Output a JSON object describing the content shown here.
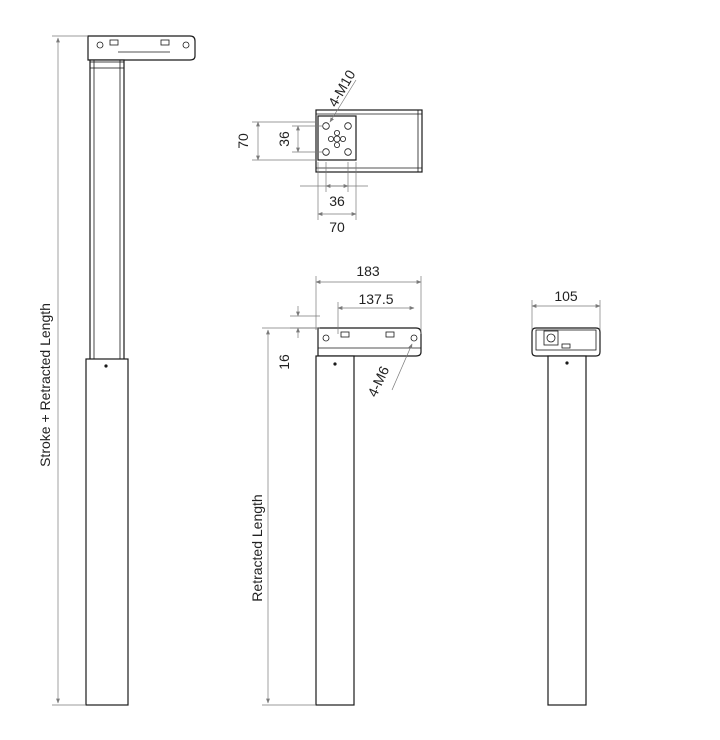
{
  "labels": {
    "stroke_plus_retracted": "Stroke + Retracted Length",
    "retracted_length": "Retracted Length"
  },
  "dimensions": {
    "mount_height_70": "70",
    "mount_height_36": "36",
    "mount_width_36": "36",
    "mount_width_70": "70",
    "thread_m10": "4-M10",
    "top_width_183": "183",
    "top_width_137_5": "137.5",
    "top_height_16": "16",
    "thread_m6": "4-M6",
    "side_width_105": "105"
  },
  "colors": {
    "outline": "#1a1a1a",
    "dimension_line": "#7a7a7a",
    "text": "#222222"
  }
}
